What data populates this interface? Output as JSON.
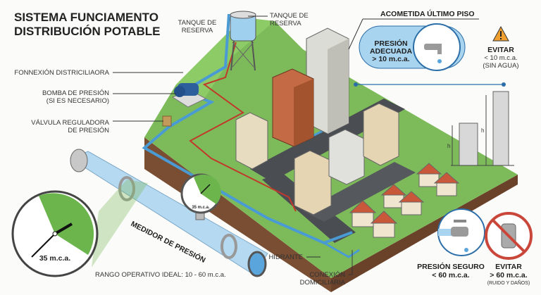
{
  "title": {
    "line1": "SISTEMA FUNCIAMENTO",
    "line2": "DISTRIBUCIÓN POTABLE"
  },
  "labels": {
    "tank_left": [
      "TANQUE DE",
      "RESERVA"
    ],
    "tank_right": [
      "TANQUE DE",
      "RESERVA"
    ],
    "connection": "FONNEXIÓN DISTRICILIAORA",
    "pump": [
      "BOMBA DE PRESIÓN",
      "(SI ES NECESARIO)"
    ],
    "valve": [
      "VÁLVULA REGULADORA",
      "DE PRESIÓN"
    ],
    "top_floor": "ACOMETIDA ÚLTIMO PISO",
    "adequate": [
      "PRESIÓN",
      "ADECUADA",
      "> 10 m.c.a."
    ],
    "avoid_low": [
      "EVITAR",
      "< 10 m.c.a.",
      "(SIN AGUA)"
    ],
    "height_marker": "h",
    "gauge_big": "35 m.c.a.",
    "gauge_small": "35 m.c.a.",
    "meter": "MEDIDOR DE PRESIÓN",
    "range": "RANGO OPERATIVO IDEAL: 10 - 60 m.c.a.",
    "hydrant": "HIDRANTE",
    "house_conn": [
      "CONEXIÓN",
      "DOMICILIARIA"
    ],
    "safe": [
      "PRESIÓN SEGURO",
      "< 60 m.c.a."
    ],
    "avoid_high": [
      "EVITAR",
      "> 60 m.c.a.",
      "(RUIDO Y DAÑOS)"
    ]
  },
  "colors": {
    "grass": "#7dbb5a",
    "soil": "#7a4e33",
    "pipe": "#5aa6dc",
    "gauge_green": "#6cb54d",
    "warning": "#f0a030",
    "prohibit": "#c9473a"
  }
}
